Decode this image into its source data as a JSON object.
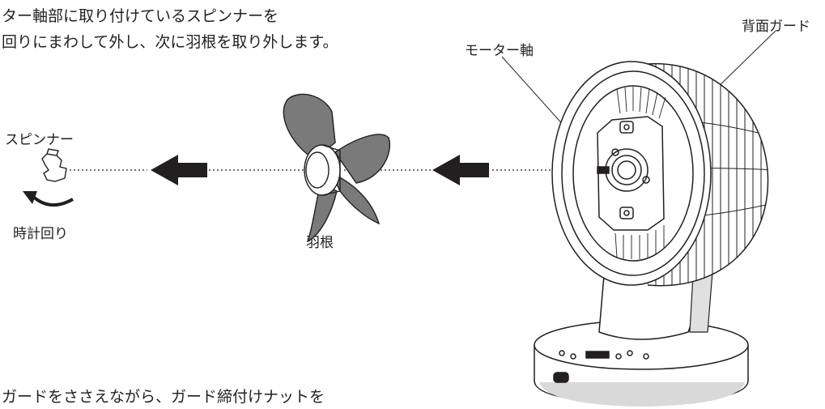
{
  "instructions": {
    "top_line1": "ター軸部に取り付けているスピンナーを",
    "top_line2": "回りにまわして外し、次に羽根を取り外します。",
    "bottom_line1": "ガードをささえながら、ガード締付けナットを"
  },
  "labels": {
    "spinner": "スピンナー",
    "clockwise": "時計回り",
    "blade": "羽根",
    "motor_shaft": "モーター軸",
    "rear_guard": "背面ガード"
  },
  "colors": {
    "line": "#231f20",
    "blade_fill": "#7a7a7a",
    "arrow": "#231f20"
  }
}
